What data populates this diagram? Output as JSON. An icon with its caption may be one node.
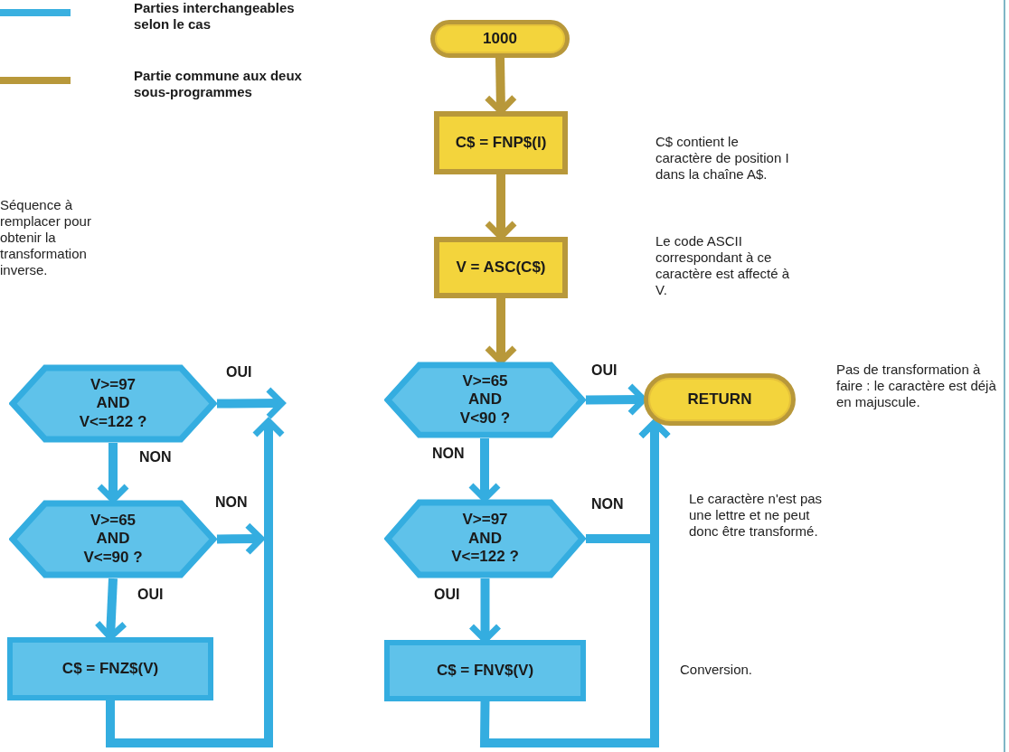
{
  "diagram": {
    "nodes": [
      {
        "text": [
          "1000"
        ]
      },
      {
        "text": [
          "C$ = FNP$(I)"
        ]
      },
      {
        "text": [
          "V = ASC(C$)"
        ]
      },
      {
        "text": [
          "V>=65 AND V<90 ?"
        ]
      },
      {
        "text": [
          "RETURN"
        ],
        "beside": [
          "Pas de transformation à faire : le caractère est déjà en majuscule."
        ]
      },
      {
        "text": [
          "V>=97 AND V<=122 ?"
        ]
      },
      {
        "text": [
          "C$ = FNV$(V)"
        ]
      },
      {
        "text": [
          "V>=97 AND V<=122 ?"
        ]
      },
      {
        "text": [
          "V>=65 AND V<=90 ?"
        ]
      },
      {
        "text": [
          "C$ = FNZ$(V)"
        ]
      }
    ],
    "edges": [
      {
        "from": 0,
        "to": 1,
        "arrow": "to",
        "color": "#b8983a"
      },
      {
        "from": 1,
        "to": 2,
        "arrow": "to",
        "color": "#b8983a"
      },
      {
        "from": 2,
        "to": 3,
        "arrow": "to",
        "color": "#b8983a"
      },
      {
        "from": 3,
        "to": 4,
        "arrow": "to",
        "label": "OUI"
      },
      {
        "from": 3,
        "to": 5,
        "arrow": "to",
        "label": "NON"
      },
      {
        "from": 5,
        "to": 4,
        "arrow": "to",
        "label": "NON"
      },
      {
        "from": 5,
        "to": 6,
        "arrow": "to",
        "label": "OUI"
      },
      {
        "from": 6,
        "to": 4,
        "arrow": "to"
      },
      {
        "from": 7,
        "to": null,
        "arrow": "to",
        "label": "OUI"
      },
      {
        "from": 7,
        "to": 8,
        "arrow": "to",
        "label": "NON"
      },
      {
        "from": 8,
        "to": null,
        "arrow": "to",
        "label": "NON"
      },
      {
        "from": 8,
        "to": 9,
        "arrow": "to",
        "label": "OUI"
      },
      {
        "from": 9,
        "to": null,
        "arrow": "to"
      }
    ],
    "labels": [
      "Séquence à remplacer pour obtenir la transformation inverse.",
      "C$ contient le caractère de position I dans la chaîne A$.",
      "Le code ASCII correspondant à ce caractère est affecté à V.",
      "Le caractère n'est pas une lettre et ne peut donc être transformé.",
      "Conversion."
    ],
    "legend": [
      {
        "text": "Parties interchangeables selon le cas",
        "color": "#3ab0e0"
      },
      {
        "text": "Partie commune aux deux sous-programmes",
        "color": "#b8983a"
      }
    ]
  }
}
